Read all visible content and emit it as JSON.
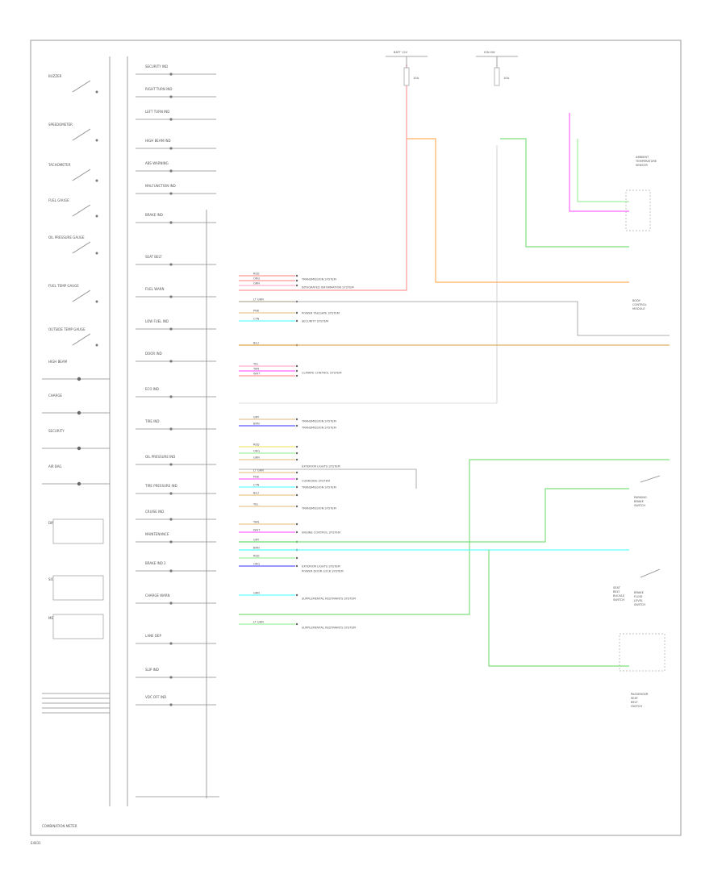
{
  "footer": {
    "page_code": "E4831",
    "cluster_title": "COMBINATION METER"
  },
  "fuses": [
    {
      "id": "fuse-1",
      "top": "BATT 12V",
      "side": "10A"
    },
    {
      "id": "fuse-2",
      "top": "IGN SW",
      "side": "10A"
    }
  ],
  "colors": {
    "red": "#ff9999",
    "orange": "#ffb060",
    "green": "#7ee07e",
    "lightgreen": "#9ff09f",
    "magenta": "#ff66ff",
    "cyan": "#66ffff",
    "blue": "#5a5aff",
    "yellow": "#f5e87a",
    "tan": "#e8c890",
    "pink": "#ffb0d0"
  },
  "left_column": [
    "BUZZER",
    "SPEEDOMETER",
    "TACHOMETER",
    "FUEL GAUGE",
    "OIL PRESSURE GAUGE",
    "FUEL TEMP GAUGE",
    "OUTSIDE TEMP GAUGE",
    "HIGH BEAM",
    "CHARGE",
    "SECURITY",
    "AIR BAG",
    "DIMMER",
    "SIGNAL",
    "METER ILLUMI"
  ],
  "middle_column": [
    "SECURITY IND",
    "RIGHT TURN IND",
    "LEFT TURN IND",
    "HIGH BEAM IND",
    "ABS WARNING",
    "MALFUNCTION IND",
    "BRAKE IND",
    "SEAT BELT",
    "FUEL WARN",
    "LOW FUEL IND",
    "DOOR IND",
    "ECO IND",
    "TIRE IND",
    "OIL PRESSURE IND",
    "TIRE PRESSURE IND",
    "CRUISE IND",
    "MAINTENANCE",
    "BRAKE IND 2",
    "CHARGE WARN",
    "LANE DEP",
    "SLIP IND",
    "VDC OFF IND"
  ],
  "system_labels": [
    "TRANSMISSION SYSTEM",
    "INTEGRATED INFORMATION SYSTEM",
    "POWER TAILGATE SYSTEM",
    "SECURITY SYSTEM",
    "CLIMATE CONTROL SYSTEM",
    "TRANSMISSION SYSTEM",
    "TRANSMISSION SYSTEM",
    "EXTERIOR LIGHTS SYSTEM",
    "CHARGING SYSTEM",
    "TRANSMISSION SYSTEM",
    "TRANSMISSION SYSTEM",
    "ENGINE CONTROL SYSTEM",
    "EXTERIOR LIGHTS SYSTEM",
    "POWER DOOR LOCK SYSTEM",
    "SUPPLEMENTAL RESTRAINTS SYSTEM",
    "SUPPLEMENTAL RESTRAINTS SYSTEM"
  ],
  "right_components": [
    "AMBIENT TEMPERATURE SENSOR",
    "BODY CONTROL MODULE",
    "PARKING BRAKE SWITCH",
    "BRAKE FLUID LEVEL SWITCH",
    "SEAT BELT BUCKLE SWITCH",
    "PASSENGER SEAT BELT SWITCH"
  ],
  "wire_tags": [
    "RED",
    "ORG",
    "GRN",
    "LT GRN",
    "PNK",
    "CYN",
    "BLU",
    "YEL",
    "TAN",
    "WHT",
    "GRY",
    "BRN"
  ]
}
